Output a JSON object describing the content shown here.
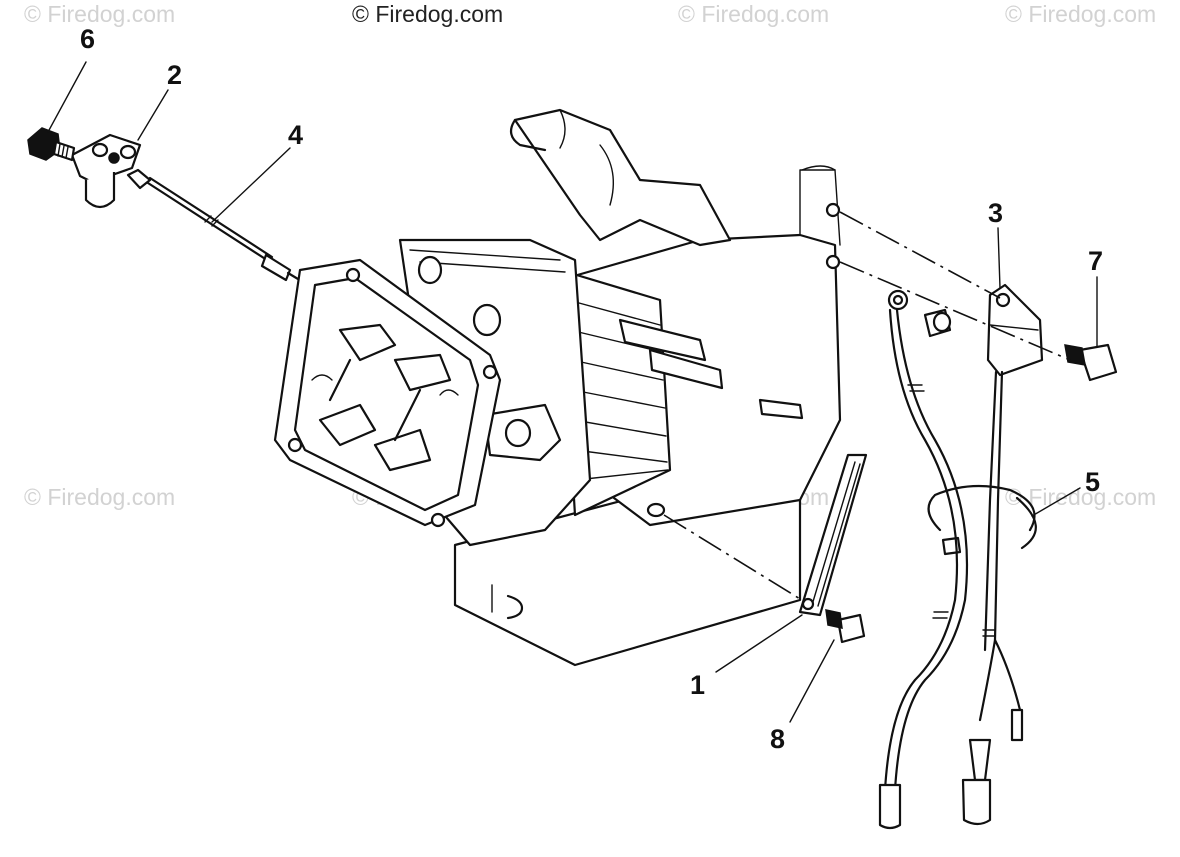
{
  "watermarks": {
    "main": "© Firedog.com",
    "faint": "© Firedog.com",
    "faint_clipped": "© Firedog.com"
  },
  "callouts": {
    "c1": "1",
    "c2": "2",
    "c3": "3",
    "c4": "4",
    "c5": "5",
    "c6": "6",
    "c7": "7",
    "c8": "8"
  }
}
